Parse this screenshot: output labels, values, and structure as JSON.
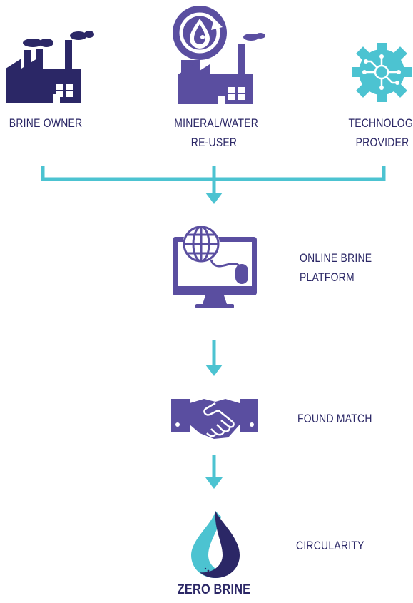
{
  "colors": {
    "dark_purple": "#2b2766",
    "purple": "#5a4ea0",
    "teal": "#4cc3d1",
    "text": "#2b2766"
  },
  "stakeholders": {
    "brine_owner": [
      "BRINE OWNER"
    ],
    "reuser": [
      "MINERAL/WATER",
      "RE-USER"
    ],
    "tech_provider": [
      "TECHNOLOGY",
      "PROVIDER"
    ]
  },
  "steps": {
    "platform": [
      "ONLINE BRINE",
      "PLATFORM"
    ],
    "match": [
      "FOUND MATCH"
    ],
    "circularity": [
      "CIRCULARITY"
    ]
  },
  "logo": {
    "text": "ZERO BRINE"
  }
}
